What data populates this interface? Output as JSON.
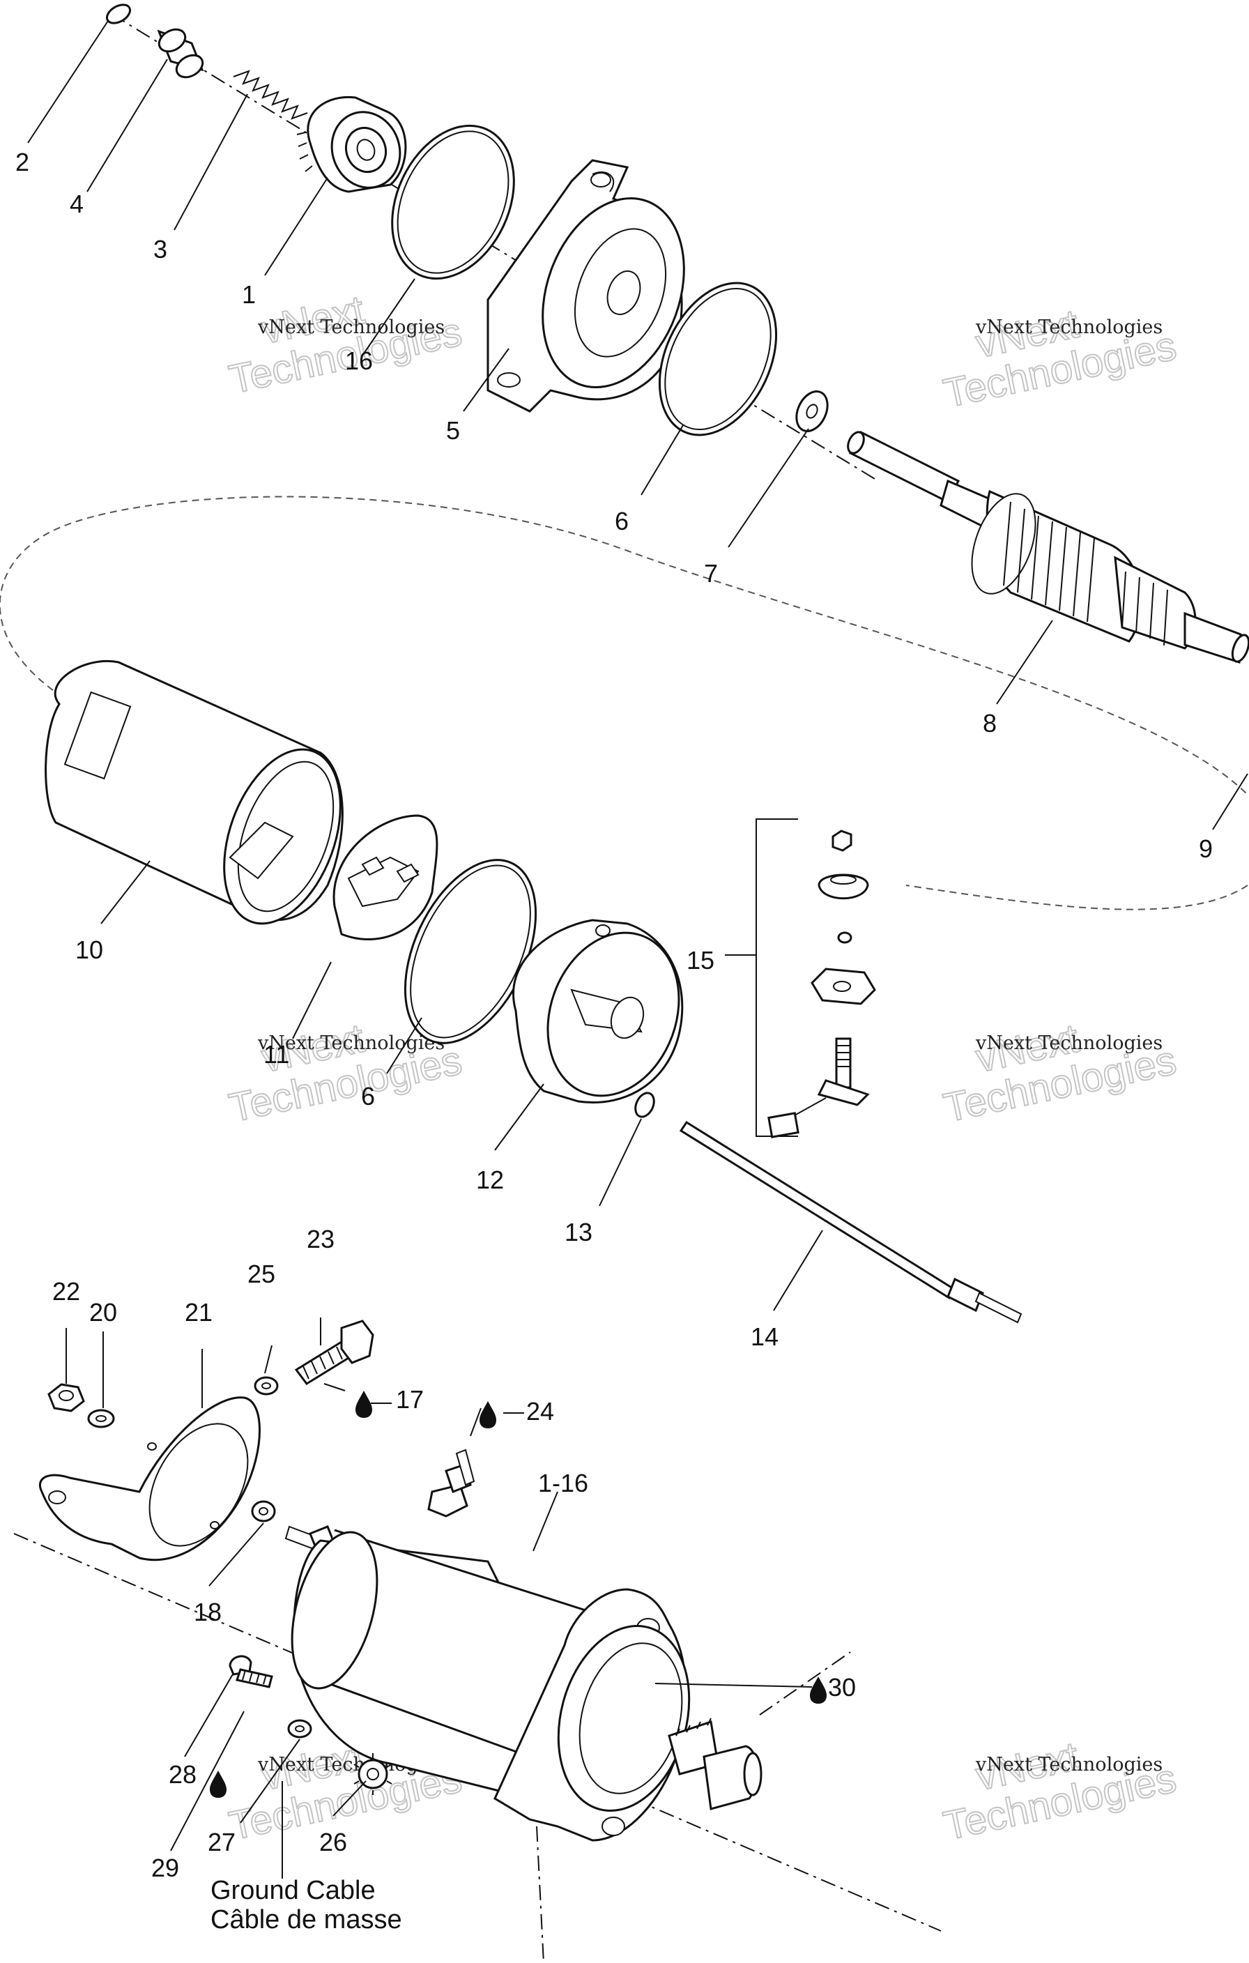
{
  "callouts": {
    "c1": "1",
    "c2": "2",
    "c3": "3",
    "c4": "4",
    "c5": "5",
    "c6a": "6",
    "c6b": "6",
    "c7": "7",
    "c8": "8",
    "c9": "9",
    "c10": "10",
    "c11": "11",
    "c12": "12",
    "c13": "13",
    "c14": "14",
    "c15": "15",
    "c16": "16",
    "c17": "17",
    "c18": "18",
    "c20": "20",
    "c21": "21",
    "c22": "22",
    "c23": "23",
    "c24": "24",
    "c25": "25",
    "c26": "26",
    "c27": "27",
    "c28": "28",
    "c29": "29",
    "c30": "30",
    "c1_16": "1-16"
  },
  "notes": {
    "ground_cable_en": "Ground Cable",
    "ground_cable_fr": "Câble de masse"
  },
  "watermark": {
    "line1": "vNext",
    "line2": "Technologies",
    "small": "vNext Technologies"
  }
}
